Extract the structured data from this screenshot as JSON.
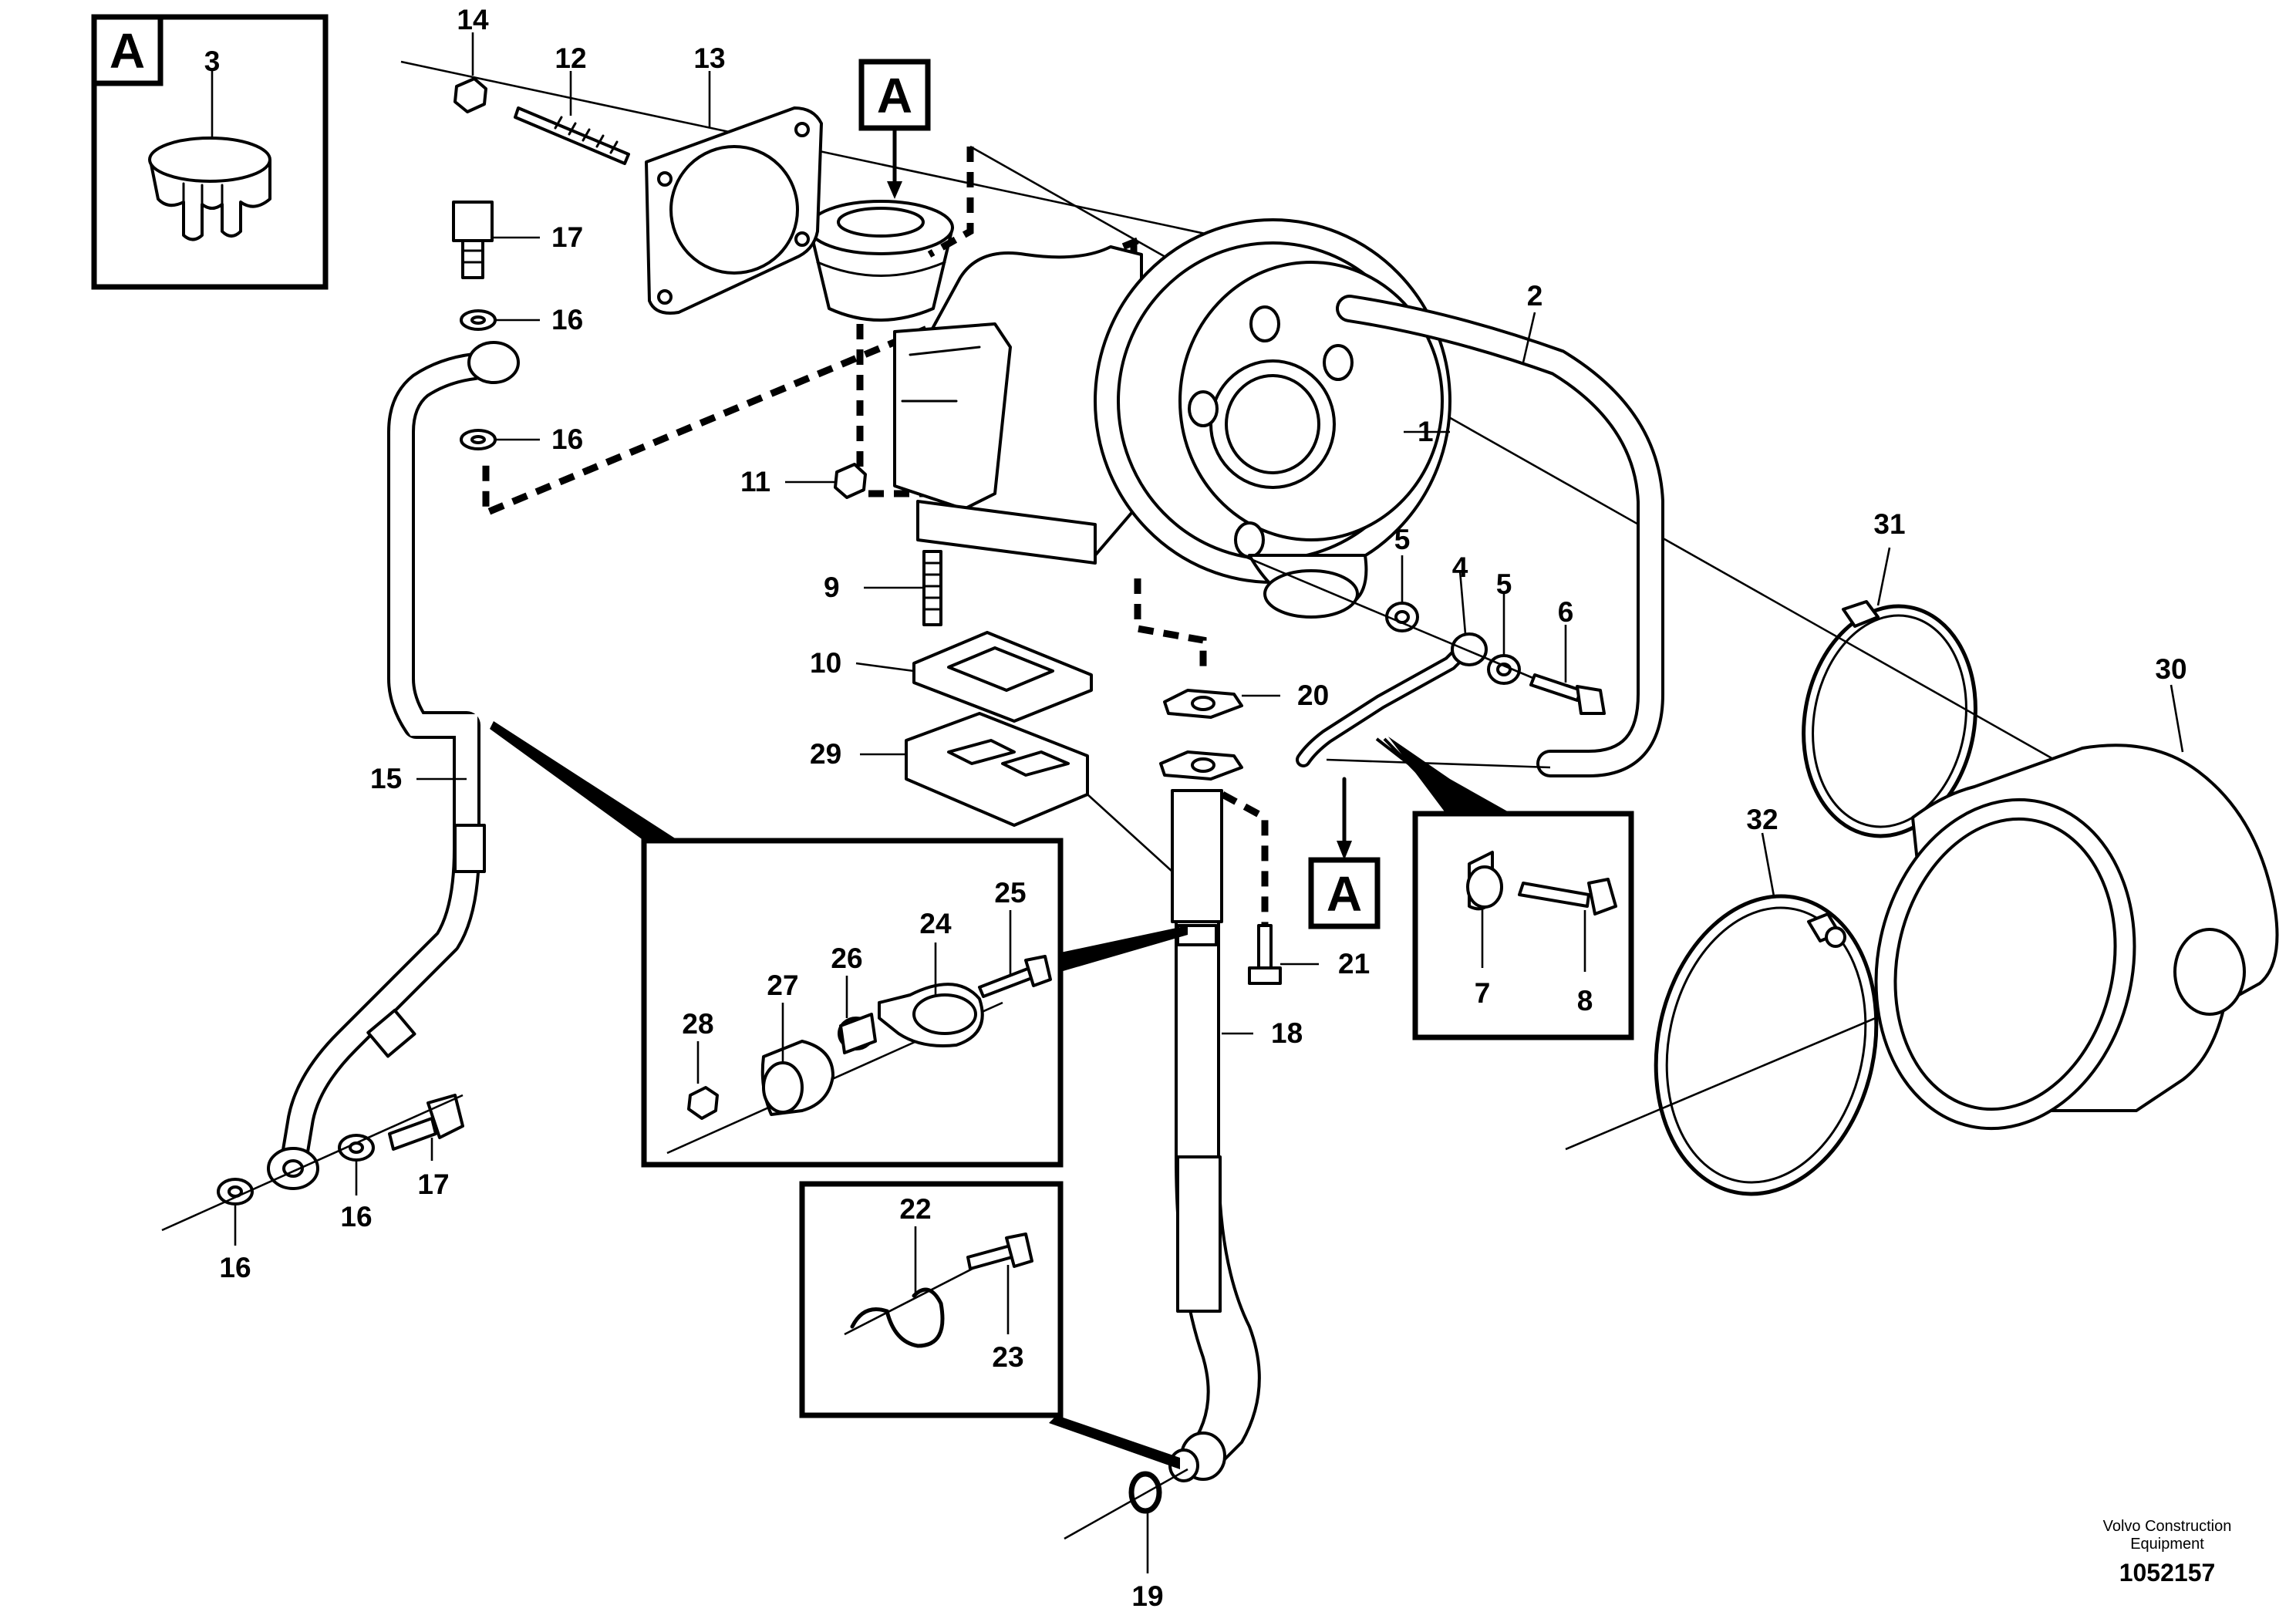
{
  "ref_marker": "A",
  "labels": {
    "p1": "1",
    "p2": "2",
    "p3": "3",
    "p4": "4",
    "p5": "5",
    "p6": "6",
    "p7": "7",
    "p8": "8",
    "p9": "9",
    "p10": "10",
    "p11": "11",
    "p12": "12",
    "p13": "13",
    "p14": "14",
    "p15": "15",
    "p16": "16",
    "p17": "17",
    "p18": "18",
    "p19": "19",
    "p20": "20",
    "p21": "21",
    "p22": "22",
    "p23": "23",
    "p24": "24",
    "p25": "25",
    "p26": "26",
    "p27": "27",
    "p28": "28",
    "p29": "29",
    "p30": "30",
    "p31": "31",
    "p32": "32"
  },
  "footer": {
    "credit_line1": "Volvo Construction",
    "credit_line2": "Equipment",
    "drawing_number": "1052157"
  }
}
